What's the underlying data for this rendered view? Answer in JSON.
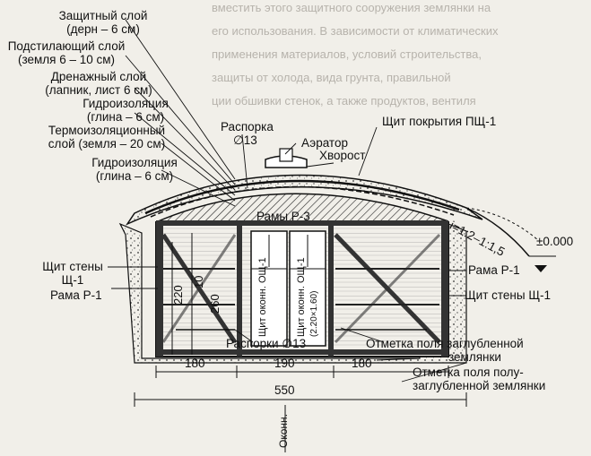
{
  "layers": [
    {
      "key": "protective",
      "lines": [
        "Защитный слой",
        "(дерн – 6 см)"
      ]
    },
    {
      "key": "underlayer",
      "lines": [
        "Подстилающий слой",
        "(земля 6 – 10 см)"
      ]
    },
    {
      "key": "drainage",
      "lines": [
        "Дренажный слой",
        "(лапник, лист 6 см)"
      ]
    },
    {
      "key": "waterproof_top",
      "lines": [
        "Гидроизоляция",
        "(глина – 6 см)"
      ]
    },
    {
      "key": "thermal",
      "lines": [
        "Термоизоляционный",
        "слой (земля – 20 см)"
      ]
    },
    {
      "key": "waterproof_bottom",
      "lines": [
        "Гидроизоляция",
        "(глина – 6 см)"
      ]
    }
  ],
  "labels": {
    "brace_13": "Распорка",
    "brace_13_dim": "∅13",
    "aerator": "Аэратор",
    "tail": "Хворост",
    "roof_shield": "Щит покрытия ПЩ-1",
    "frames_r3": "Рамы Р-3",
    "slope": "i=1:2–1:1,5",
    "zero_mark": "±0.000",
    "wall_shield_left": [
      "Щит стены",
      "Щ-1"
    ],
    "frame_left": "Рама Р-1",
    "frame_right": "Рама Р-1",
    "wall_shield_right": "Щит стены Щ-1",
    "braces_bottom": "Распорки ∅13",
    "mark_deep": [
      "Отметка поля заглубленной",
      "землянки"
    ],
    "mark_semi": [
      "Отметка поля полу-",
      "заглубленной землянки"
    ],
    "window_left": "Щит оконн. ОЩ-1",
    "window_right": "Щит оконн. ОЩ-1",
    "window_size": "(2.20×1.60)",
    "vertical_note": "Оконн."
  },
  "dimensions": {
    "height_220": "220",
    "height_260": "260",
    "height_10": "10",
    "width_180_left": "180",
    "width_190": "190",
    "width_180_right": "180",
    "width_total": "550"
  },
  "background_text": [
    "вместить этого защитного сооружения землянки на",
    "его использования. В зависимости от климатических",
    "применения материалов, условий строительства,",
    "защиты от холода, вида грунта, правильной",
    "ции обшивки стенок, а также продуктов, вентиля"
  ]
}
